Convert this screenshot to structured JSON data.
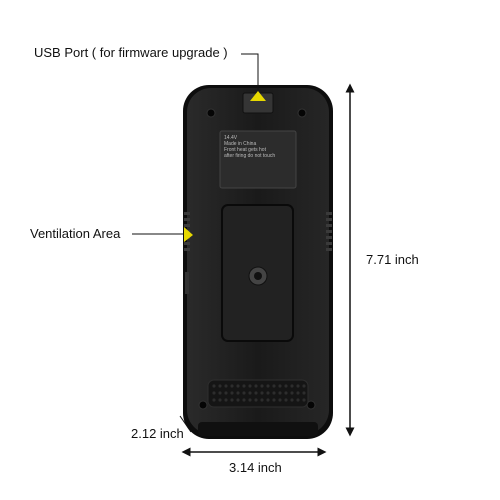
{
  "annotations": {
    "usb_port": "USB Port ( for firmware upgrade )",
    "ventilation": "Ventilation Area",
    "height": "7.71 inch",
    "width": "3.14 inch",
    "depth": "2.12 inch"
  },
  "device": {
    "rating": "14.4V",
    "made_in": "Made in China",
    "warning_line1": "Front heat gets hot",
    "warning_line2": "after firing do not touch"
  },
  "colors": {
    "body": "#1c1c1c",
    "body_edge": "#0d0d0d",
    "highlight": "#e6d800",
    "arrow": "#111111"
  }
}
